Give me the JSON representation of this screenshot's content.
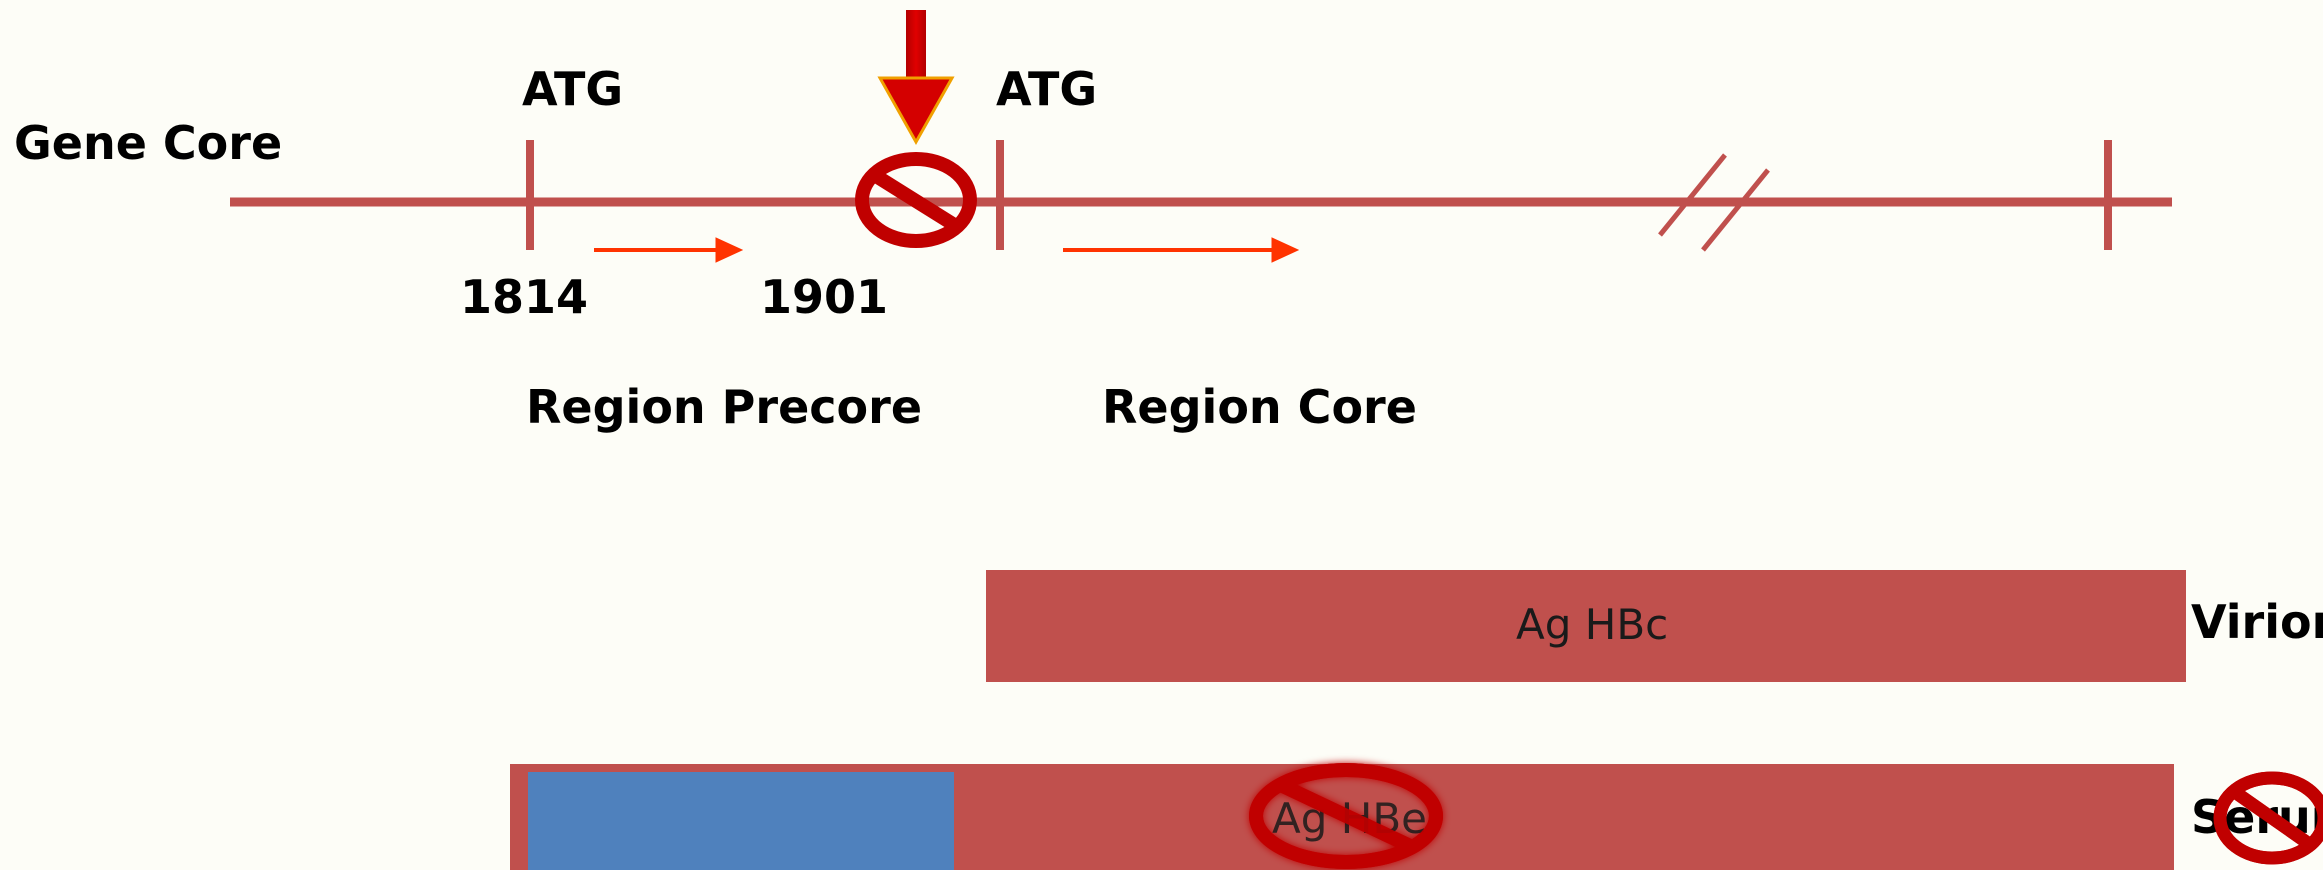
{
  "colors": {
    "background": "#fdfdf7",
    "gene_line": "#c0504d",
    "arrow": "#ff3300",
    "mutation_arrow": "#d40000",
    "no_symbol": "#c00000",
    "bar_red": "#c0504d",
    "bar_blue": "#4f81bd"
  },
  "diagram": {
    "title": "Gene Core",
    "start_codon_1": "ATG",
    "start_codon_2": "ATG",
    "position_1": "1814",
    "position_2": "1901",
    "region_precore": "Region Precore",
    "region_core": "Region Core",
    "bar_hbc_label": "Ag HBc",
    "bar_hbe_label": "Ag HBe",
    "virion_label": "Virion",
    "serum_label": "Serum",
    "icons": [
      "mutation-arrow-icon",
      "prohibited-icon",
      "axis-break-icon",
      "direction-arrow-icon"
    ]
  }
}
